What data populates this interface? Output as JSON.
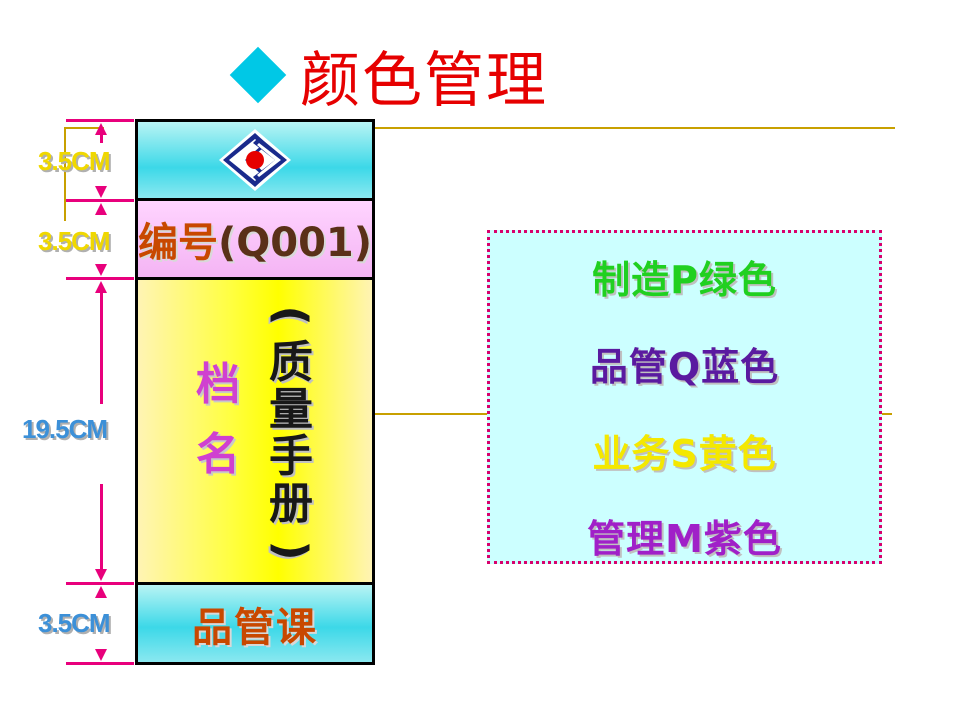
{
  "title": "颜色管理",
  "dimensions": {
    "top": "3.5CM",
    "second": "3.5CM",
    "middle": "19.5CM",
    "bottom": "3.5CM"
  },
  "binder": {
    "code_label": "编号",
    "code_value": "(Q001)",
    "name_label_chars": [
      "档",
      "名"
    ],
    "name_value_chars": [
      "(",
      "质",
      "量",
      "手",
      "册",
      ")"
    ],
    "department": "品管课"
  },
  "legend": {
    "items": [
      {
        "text": "制造P绿色",
        "color": "#20d020"
      },
      {
        "text": "品管Q蓝色",
        "color": "#5a1aa0"
      },
      {
        "text": "业务S黄色",
        "color": "#f4e800"
      },
      {
        "text": "管理M紫色",
        "color": "#a020c8"
      }
    ]
  },
  "colors": {
    "title": "#e60000",
    "accent_diamond": "#00c8e6",
    "dimension_line": "#e8007c",
    "guide_line": "#c8a000"
  }
}
